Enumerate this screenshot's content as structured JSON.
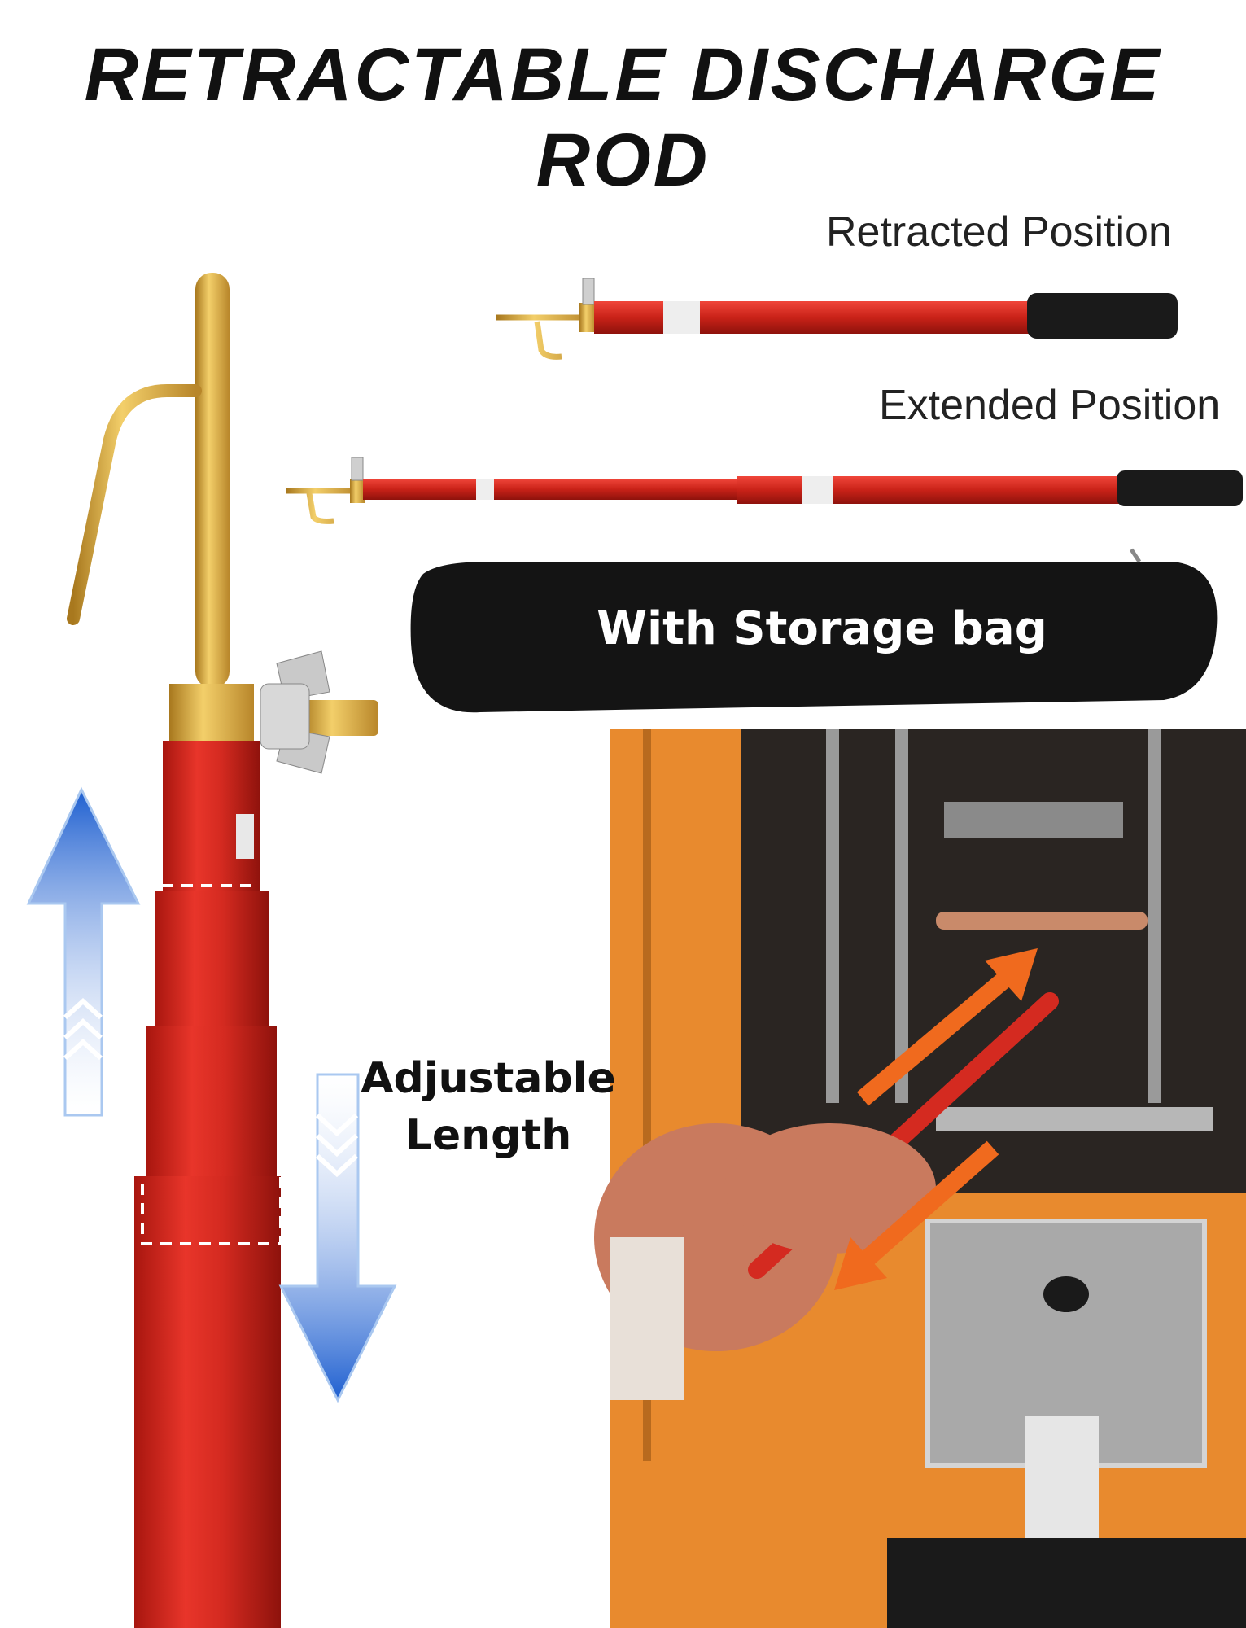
{
  "title": "RETRACTABLE DISCHARGE ROD",
  "labels": {
    "retracted": "Retracted Position",
    "extended": "Extended Position",
    "storage_bag": "With Storage bag",
    "adjustable_line1": "Adjustable",
    "adjustable_line2": "Length"
  },
  "colors": {
    "rod_red": "#d42a20",
    "brass": "#d8a636",
    "arrow_blue": "#2a6fd8",
    "arrow_orange": "#f06a1e",
    "cabinet_orange": "#e88a2e"
  }
}
